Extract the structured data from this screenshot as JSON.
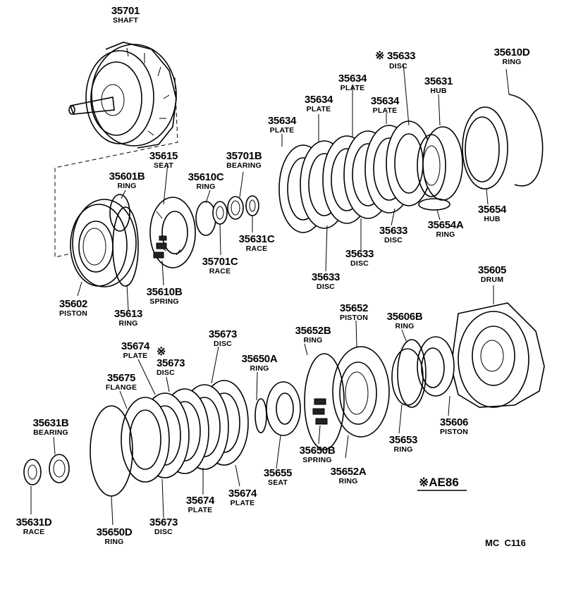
{
  "parts": [
    {
      "id": "p35701",
      "number": "35701",
      "name": "SHAFT"
    },
    {
      "id": "p35615",
      "number": "35615",
      "name": "SEAT"
    },
    {
      "id": "p35701B",
      "number": "35701B",
      "name": "BEARING"
    },
    {
      "id": "p35601B",
      "number": "35601B",
      "name": "RING"
    },
    {
      "id": "p35610C",
      "number": "35610C",
      "name": "RING"
    },
    {
      "id": "p35631C",
      "number": "35631C",
      "name": "RACE"
    },
    {
      "id": "p35701C",
      "number": "35701C",
      "name": "RACE"
    },
    {
      "id": "p35610B",
      "number": "35610B",
      "name": "SPRING"
    },
    {
      "id": "p35602",
      "number": "35602",
      "name": "PISTON"
    },
    {
      "id": "p35613",
      "number": "35613",
      "name": "RING"
    },
    {
      "id": "p35633a",
      "number": "35633",
      "name": "DISC",
      "mark": "※"
    },
    {
      "id": "p35610D",
      "number": "35610D",
      "name": "RING"
    },
    {
      "id": "p35634a",
      "number": "35634",
      "name": "PLATE"
    },
    {
      "id": "p35631",
      "number": "35631",
      "name": "HUB"
    },
    {
      "id": "p35634b",
      "number": "35634",
      "name": "PLATE"
    },
    {
      "id": "p35634c",
      "number": "35634",
      "name": "PLATE"
    },
    {
      "id": "p35634d",
      "number": "35634",
      "name": "PLATE"
    },
    {
      "id": "p35654",
      "number": "35654",
      "name": "HUB"
    },
    {
      "id": "p35654A",
      "number": "35654A",
      "name": "RING"
    },
    {
      "id": "p35633b",
      "number": "35633",
      "name": "DISC"
    },
    {
      "id": "p35633c",
      "number": "35633",
      "name": "DISC"
    },
    {
      "id": "p35633d",
      "number": "35633",
      "name": "DISC"
    },
    {
      "id": "p35605",
      "number": "35605",
      "name": "DRUM"
    },
    {
      "id": "p35652",
      "number": "35652",
      "name": "PISTON"
    },
    {
      "id": "p35606B",
      "number": "35606B",
      "name": "RING"
    },
    {
      "id": "p35673a",
      "number": "35673",
      "name": "DISC"
    },
    {
      "id": "p35652B",
      "number": "35652B",
      "name": "RING"
    },
    {
      "id": "p35674a",
      "number": "35674",
      "name": "PLATE"
    },
    {
      "id": "p35673b",
      "number": "35673",
      "name": "DISC",
      "mark": "※"
    },
    {
      "id": "p35650A",
      "number": "35650A",
      "name": "RING"
    },
    {
      "id": "p35675",
      "number": "35675",
      "name": "FLANGE"
    },
    {
      "id": "p35606",
      "number": "35606",
      "name": "PISTON"
    },
    {
      "id": "p35631B",
      "number": "35631B",
      "name": "BEARING"
    },
    {
      "id": "p35653",
      "number": "35653",
      "name": "RING"
    },
    {
      "id": "p35650B",
      "number": "35650B",
      "name": "SPRING"
    },
    {
      "id": "p35652A",
      "number": "35652A",
      "name": "RING"
    },
    {
      "id": "p35655",
      "number": "35655",
      "name": "SEAT"
    },
    {
      "id": "p35674b",
      "number": "35674",
      "name": "PLATE"
    },
    {
      "id": "p35674c",
      "number": "35674",
      "name": "PLATE"
    },
    {
      "id": "p35631D",
      "number": "35631D",
      "name": "RACE"
    },
    {
      "id": "p35673c",
      "number": "35673",
      "name": "DISC"
    },
    {
      "id": "p35650D",
      "number": "35650D",
      "name": "RING"
    }
  ],
  "legend": {
    "mark": "※",
    "text": "AE86"
  },
  "code": {
    "left": "MC",
    "right": "C116"
  }
}
